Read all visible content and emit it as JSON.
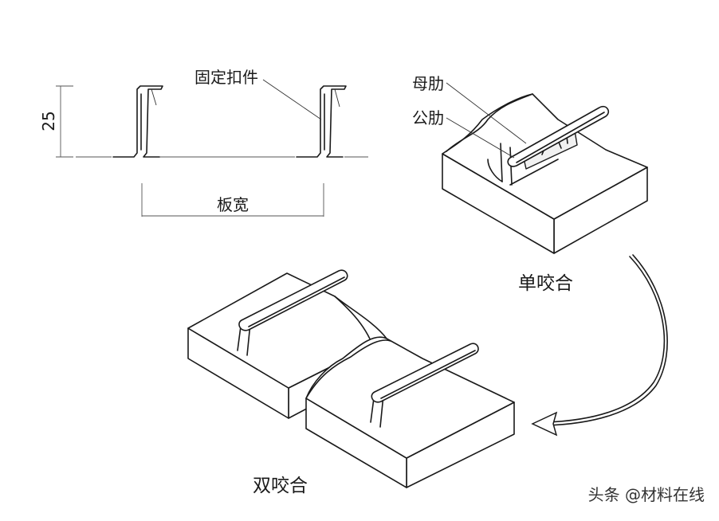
{
  "labels": {
    "dimension_height": "25",
    "fixing_clip": "固定扣件",
    "board_width": "板宽",
    "female_rib": "母肋",
    "male_rib": "公肋",
    "single_seam": "单咬合",
    "double_seam": "双咬合"
  },
  "watermark": "头条 @材料在线",
  "colors": {
    "line": "#1a1a1a",
    "background": "#ffffff"
  }
}
